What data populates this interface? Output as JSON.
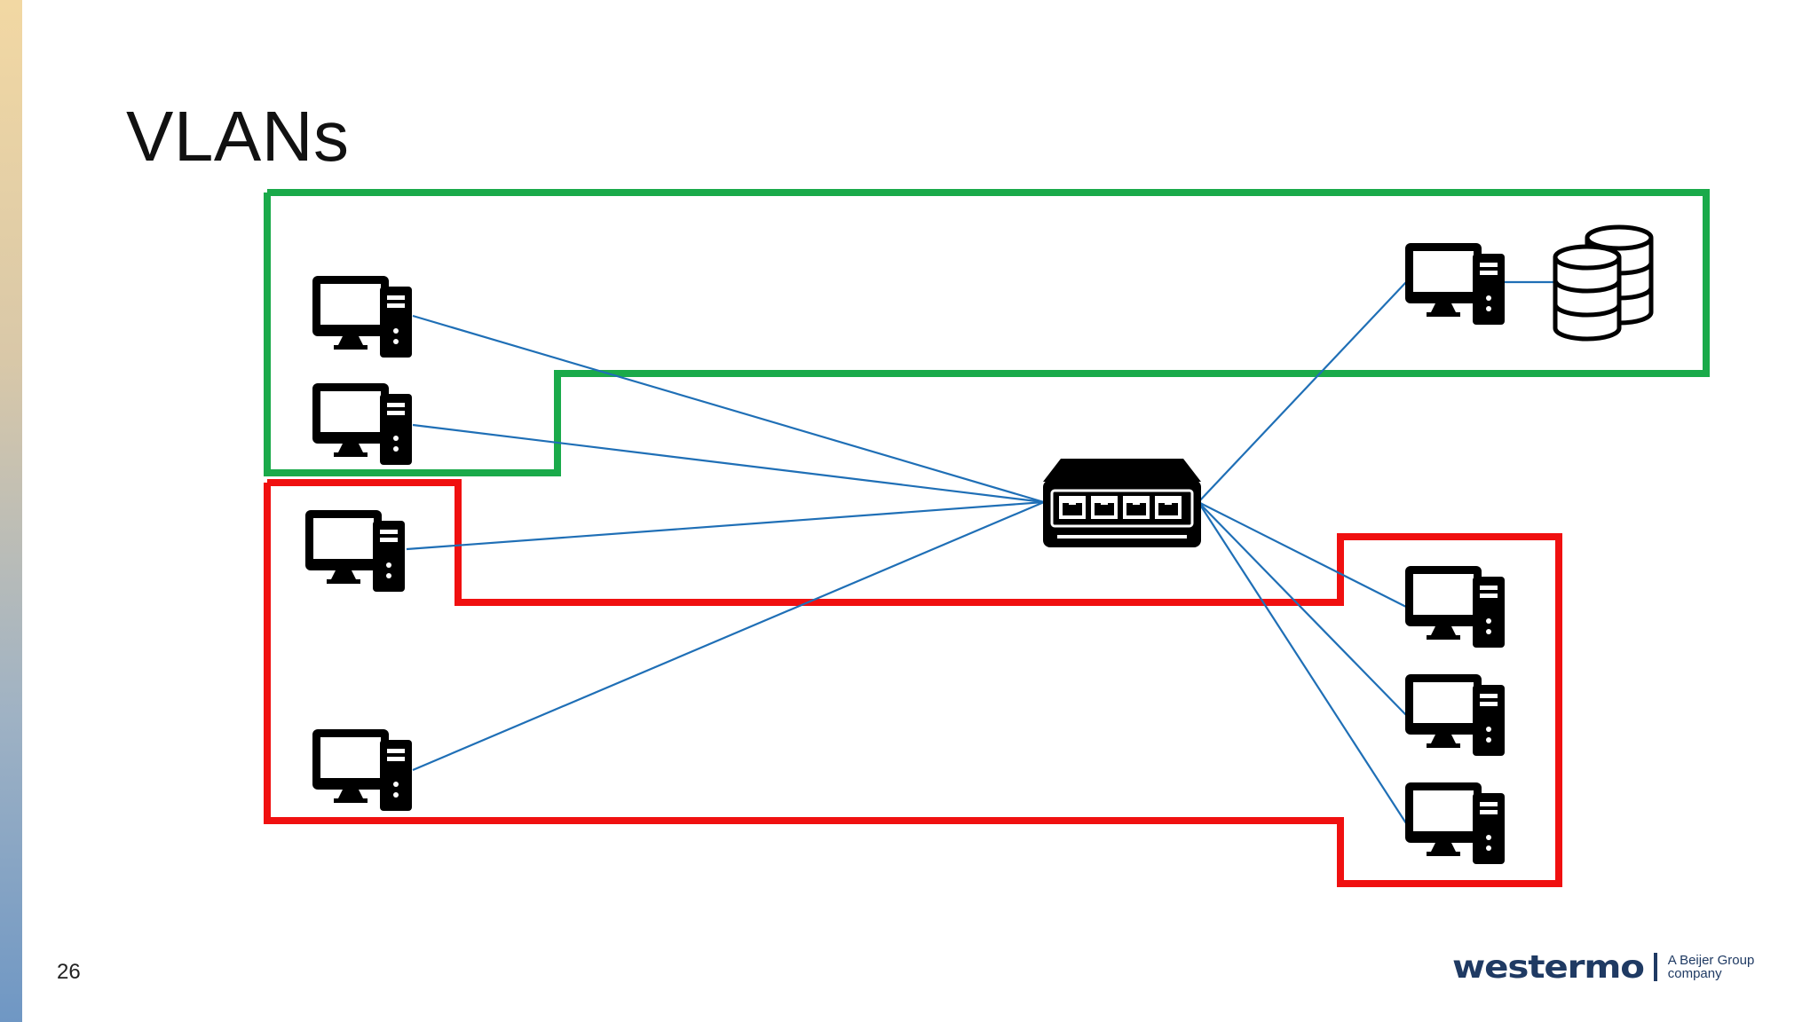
{
  "slide": {
    "title": "VLANs",
    "page_number": "26"
  },
  "logo": {
    "wordmark": "westermo",
    "tagline": "A Beijer Group company"
  },
  "diagram": {
    "colors": {
      "vlan_green": "#1aaa4a",
      "vlan_red": "#f01010",
      "link": "#1f6fb6",
      "device": "#000000"
    },
    "icons": [
      "workstation-icon",
      "network-switch-icon",
      "database-icon"
    ]
  }
}
